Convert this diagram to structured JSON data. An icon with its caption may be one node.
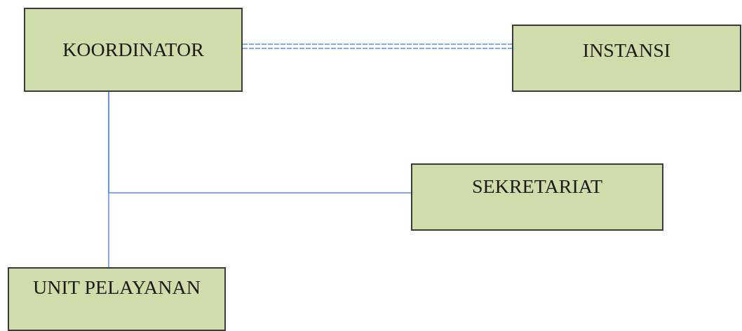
{
  "diagram": {
    "nodes": [
      {
        "text": [
          "KOORDINATOR"
        ]
      },
      {
        "text": [
          "INSTANSI"
        ]
      },
      {
        "text": [
          "SEKRETARIAT"
        ]
      },
      {
        "text": [
          "UNIT PELAYANAN"
        ]
      }
    ],
    "edges": [
      {
        "from": 0,
        "to": 1,
        "arrow": "none",
        "style": "dashed"
      },
      {
        "from": 0,
        "to": 3,
        "arrow": "none"
      },
      {
        "from": 0,
        "to": 2,
        "arrow": "none"
      }
    ]
  }
}
